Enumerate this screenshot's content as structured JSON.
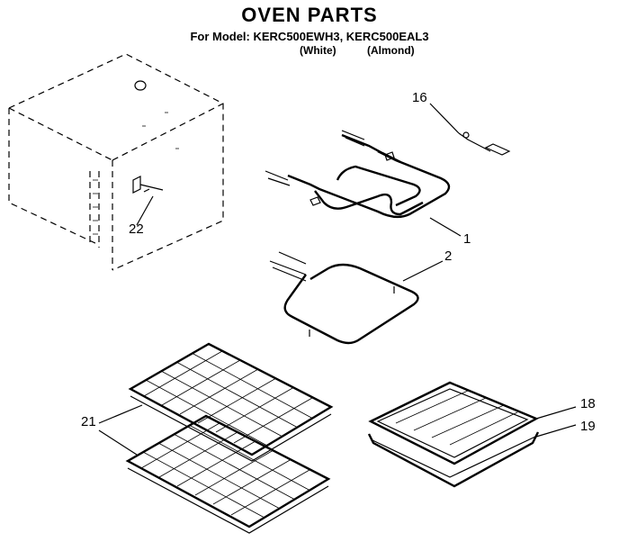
{
  "header": {
    "title": "OVEN PARTS",
    "model_line": "For Model: KERC500EWH3, KERC500EAL3",
    "variant_white": "(White)",
    "variant_almond": "(Almond)"
  },
  "callouts": {
    "c16": "16",
    "c1": "1",
    "c2": "2",
    "c22": "22",
    "c21": "21",
    "c18": "18",
    "c19": "19"
  }
}
